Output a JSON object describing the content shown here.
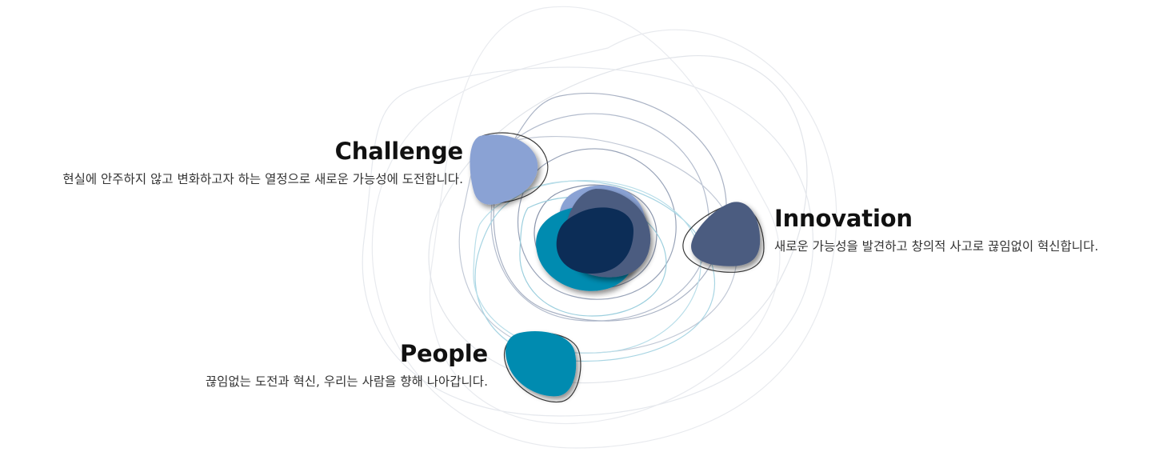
{
  "values": [
    {
      "id": "challenge",
      "title": "Challenge",
      "description": "현실에 안주하지 않고 변화하고자 하는 열정으로 새로운 가능성에 도전합니다.",
      "color": "#8aa2d4"
    },
    {
      "id": "innovation",
      "title": "Innovation",
      "description": "새로운 가능성을 발견하고 창의적 사고로 끊임없이 혁신합니다.",
      "color": "#4b5c80"
    },
    {
      "id": "people",
      "title": "People",
      "description": "끊임없는 도전과 혁신, 우리는 사람을 향해 나아갑니다.",
      "color": "#028bb0"
    }
  ],
  "center_colors": {
    "light_blue": "#8aa2d4",
    "teal": "#028bb0",
    "navy": "#0c2d57",
    "slate": "#4b5c80"
  },
  "line_colors": {
    "faint": "#e3e6ec",
    "slate": "#9aa5b8",
    "cyan": "#9fd0df",
    "outline": "#3a3a3a"
  }
}
